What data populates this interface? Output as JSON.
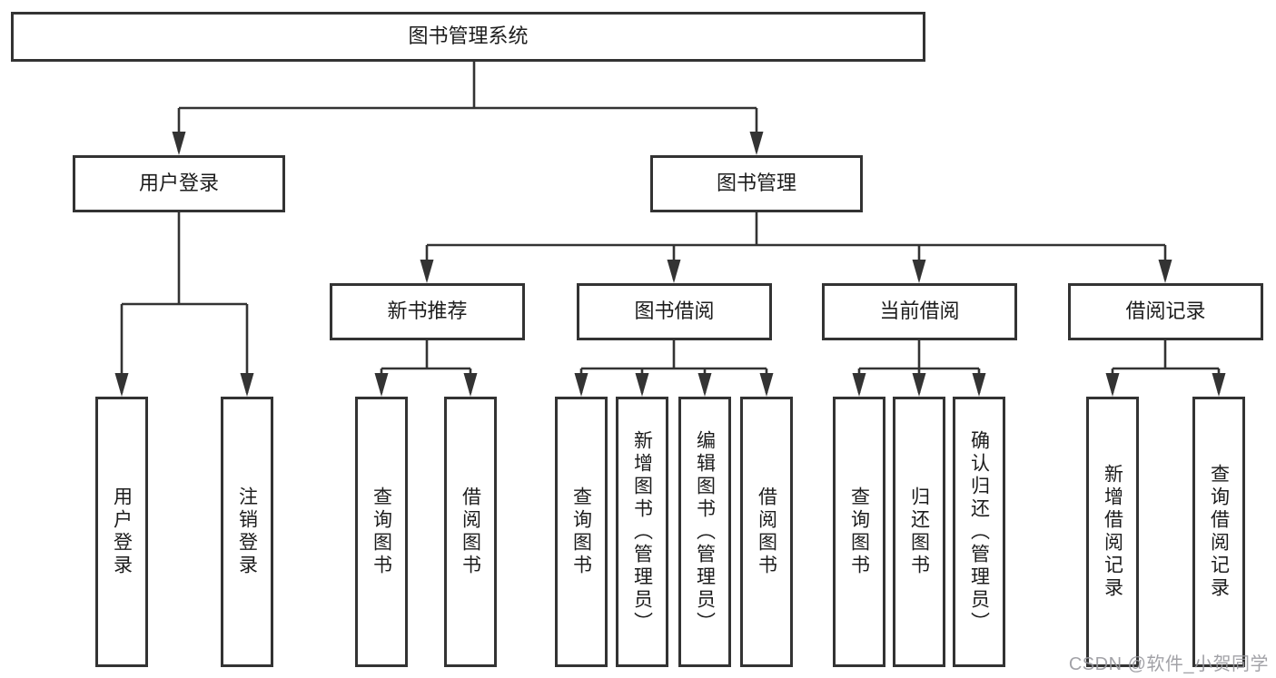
{
  "diagram": {
    "type": "hierarchy-tree",
    "nodes": {
      "root": "图书管理系统",
      "level2": [
        "用户登录",
        "图书管理"
      ],
      "level3": [
        "新书推荐",
        "图书借阅",
        "当前借阅",
        "借阅记录"
      ],
      "leaves": {
        "user": [
          "用户登录",
          "注销登录"
        ],
        "recommend": [
          "查询图书",
          "借阅图书"
        ],
        "borrow": [
          "查询图书",
          "新增图书（管理员）",
          "编辑图书（管理员）",
          "借阅图书"
        ],
        "current": [
          "查询图书",
          "归还图书",
          "确认归还（管理员）"
        ],
        "records": [
          "新增借阅记录",
          "查询借阅记录"
        ]
      }
    },
    "hierarchy": {
      "图书管理系统": {
        "用户登录": [
          "用户登录",
          "注销登录"
        ],
        "图书管理": {
          "新书推荐": [
            "查询图书",
            "借阅图书"
          ],
          "图书借阅": [
            "查询图书",
            "新增图书（管理员）",
            "编辑图书（管理员）",
            "借阅图书"
          ],
          "当前借阅": [
            "查询图书",
            "归还图书",
            "确认归还（管理员）"
          ],
          "借阅记录": [
            "新增借阅记录",
            "查询借阅记录"
          ]
        }
      }
    },
    "colors": {
      "line": "#333333",
      "box_border": "#333333",
      "box_fill": "#ffffff",
      "text": "#1c1c1c",
      "watermark": "#98989e"
    }
  },
  "watermark": "CSDN @软件_小贺同学"
}
